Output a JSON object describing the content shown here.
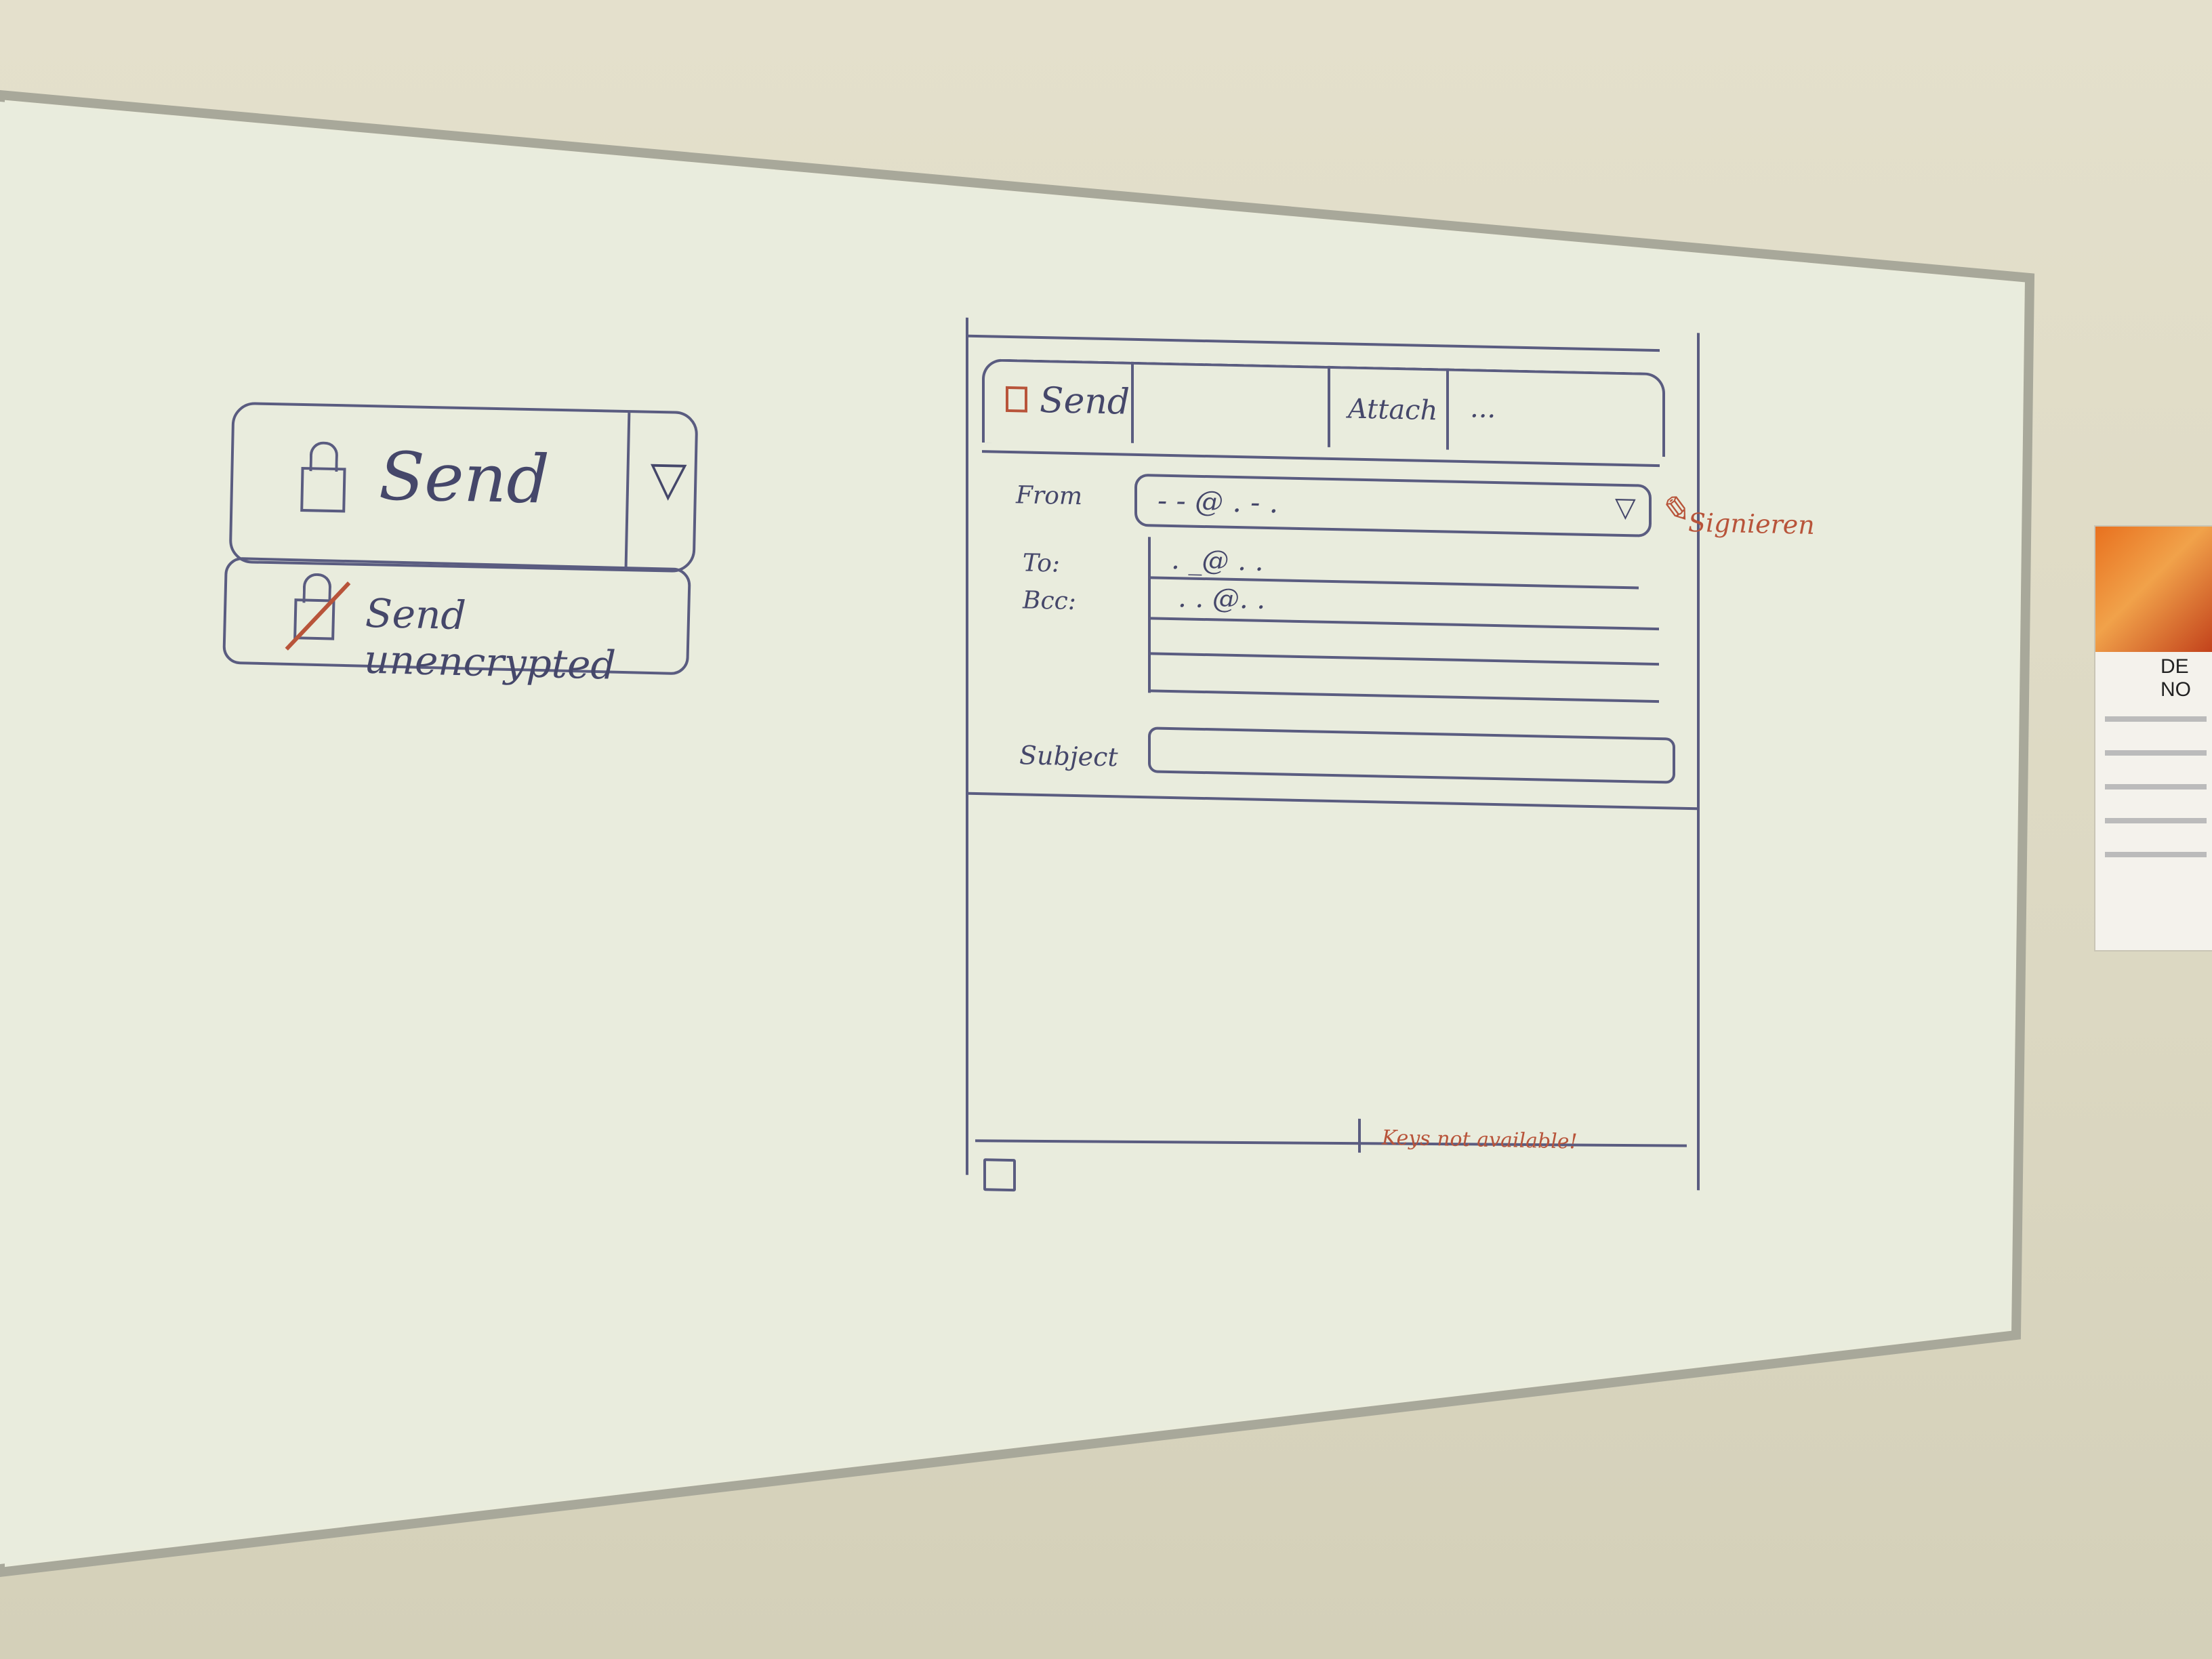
{
  "left_sketch": {
    "send_label": "Send",
    "send_unencrypted_label": "Send unencrypted"
  },
  "compose": {
    "toolbar": {
      "send_label": "Send",
      "attach_label": "Attach",
      "more_label": "..."
    },
    "fields": {
      "from_label": "From",
      "from_value": "- - @ . - .",
      "sign_label": "Signieren",
      "to_label": "To:",
      "to_value": ". _@ . .",
      "bcc_label": "Bcc:",
      "bcc_value": ". . @. .",
      "subject_label": "Subject"
    },
    "status": {
      "keys_warning": "Keys not available!"
    }
  },
  "poster": {
    "title": "DE NO"
  },
  "colors": {
    "marker_blue": "#5a5c80",
    "marker_red": "#b8543a",
    "board": "#eef0e2"
  }
}
